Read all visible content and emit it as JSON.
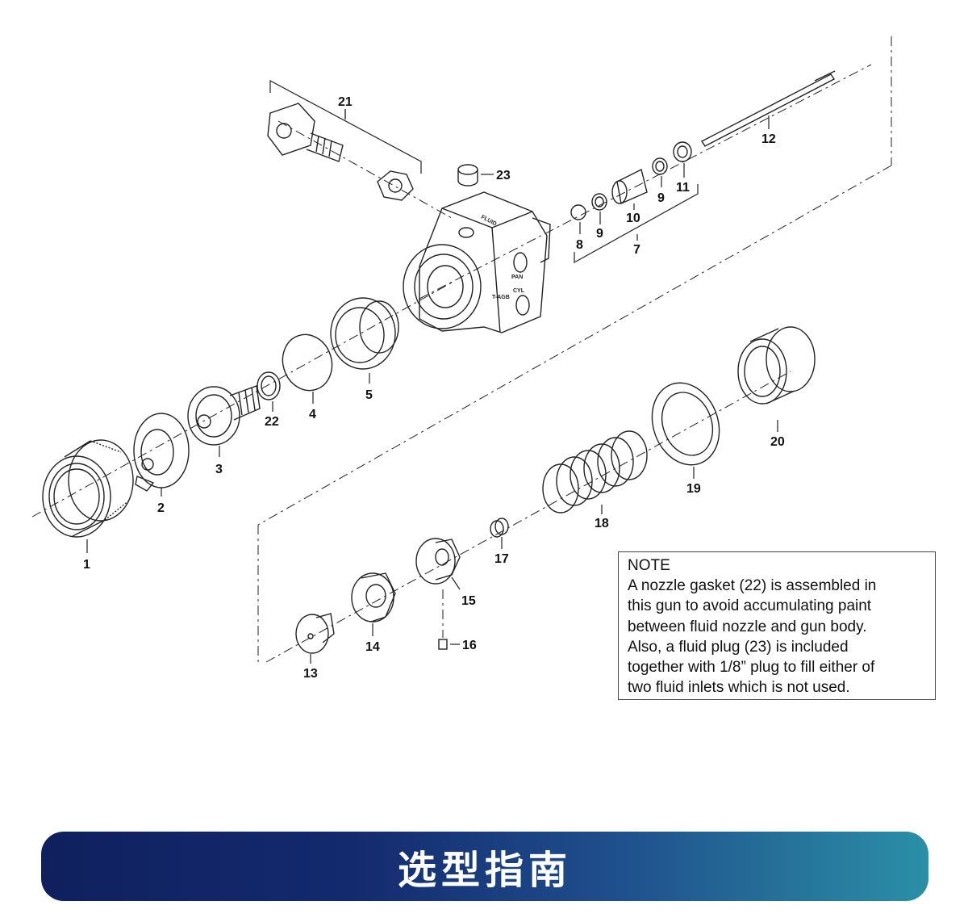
{
  "diagram": {
    "part_labels": [
      "1",
      "2",
      "3",
      "4",
      "5",
      "7",
      "8",
      "9",
      "9",
      "10",
      "11",
      "12",
      "13",
      "14",
      "15",
      "16",
      "17",
      "18",
      "19",
      "20",
      "21",
      "22",
      "23"
    ],
    "body_markings": {
      "top": "FLUID",
      "side_1": "PAN",
      "side_2": "T-AGB",
      "side_3": "CYL"
    }
  },
  "note": {
    "heading": "NOTE",
    "lines": [
      "A nozzle gasket (22) is assembled in",
      "this gun to avoid accumulating paint",
      "between fluid nozzle and gun body.",
      "Also, a fluid plug (23) is included",
      "together with 1/8” plug to fill either of",
      "two fluid inlets which is not used."
    ]
  },
  "banner": {
    "title": "选型指南"
  }
}
